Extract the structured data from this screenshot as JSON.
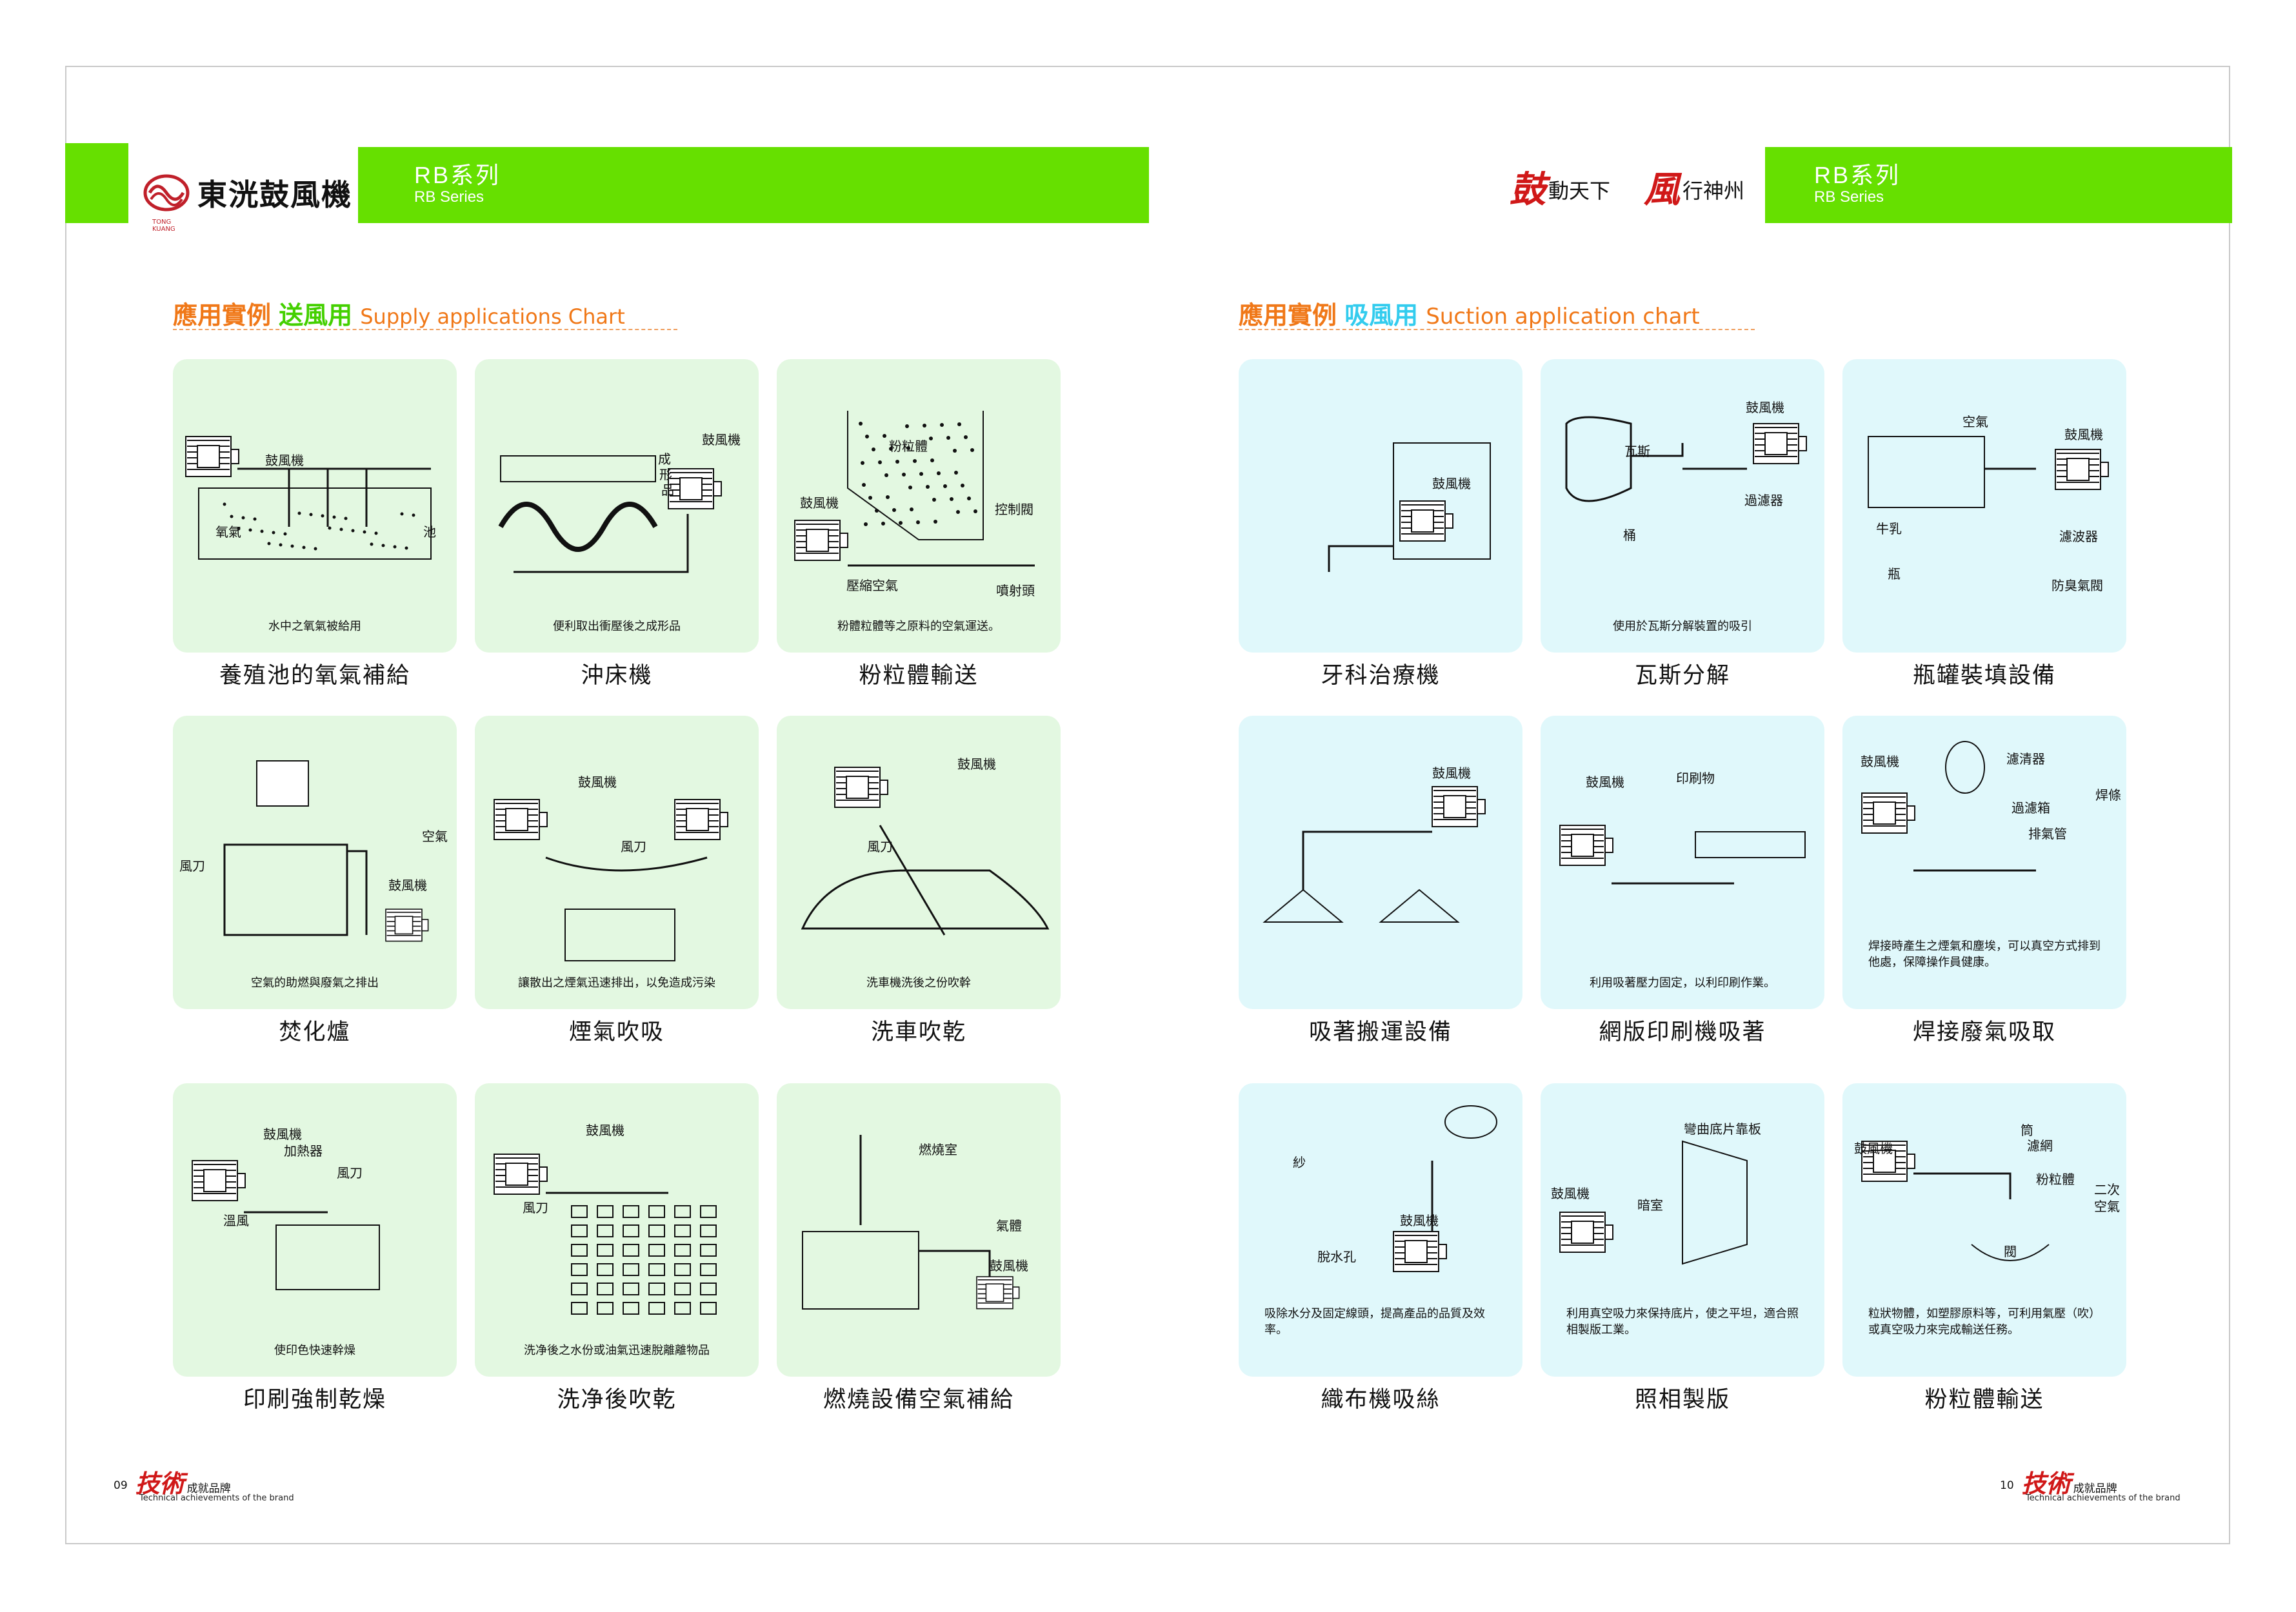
{
  "header": {
    "brand_name": "東洸鼓風機",
    "brand_sub": "TONG KUANG",
    "left_series_zh": "RB系列",
    "left_series_en": "RB Series",
    "motto1": "動天下",
    "motto1_sig": "鼓",
    "motto2": "行神州",
    "motto2_sig": "風",
    "right_series_zh": "RB系列",
    "right_series_en": "RB Series"
  },
  "supply": {
    "title_prefix": "應用實例",
    "title_mode": "送風用",
    "title_en": "Supply applications Chart",
    "cards": [
      {
        "caption": "養殖池的氧氣補給",
        "desc": "水中之氧氣被給用",
        "labels": [
          "鼓風機",
          "氧氣",
          "池"
        ]
      },
      {
        "caption": "沖床機",
        "desc": "便利取出衝壓後之成形品",
        "labels": [
          "鼓風機",
          "成",
          "形",
          "品"
        ]
      },
      {
        "caption": "粉粒體輸送",
        "desc": "粉體粒體等之原料的空氣運送。",
        "labels": [
          "粉粒體",
          "鼓風機",
          "控制閥",
          "壓縮空氣",
          "噴射頭"
        ]
      },
      {
        "caption": "焚化爐",
        "desc": "空氣的助燃與廢氣之排出",
        "labels": [
          "風刀",
          "空氣",
          "鼓風機"
        ]
      },
      {
        "caption": "煙氣吹吸",
        "desc": "讓散出之煙氣迅速排出，以免造成污染",
        "labels": [
          "鼓風機",
          "風刀"
        ]
      },
      {
        "caption": "洗車吹乾",
        "desc": "洗車機洗後之份吹幹",
        "labels": [
          "鼓風機",
          "風刀"
        ]
      },
      {
        "caption": "印刷強制乾燥",
        "desc": "使印色快速幹燥",
        "labels": [
          "鼓風機",
          "加熱器",
          "風刀",
          "溫風"
        ]
      },
      {
        "caption": "洗净後吹乾",
        "desc": "洗净後之水份或油氣迅速脫離離物品",
        "labels": [
          "鼓風機",
          "風刀"
        ]
      },
      {
        "caption": "燃燒設備空氣補給",
        "desc": "",
        "labels": [
          "燃燒室",
          "氣體",
          "鼓風機"
        ]
      }
    ]
  },
  "suction": {
    "title_prefix": "應用實例",
    "title_mode": "吸風用",
    "title_en": "Suction application chart",
    "cards": [
      {
        "caption": "牙科治療機",
        "desc": "",
        "labels": [
          "鼓風機"
        ]
      },
      {
        "caption": "瓦斯分解",
        "desc": "使用於瓦斯分解裝置的吸引",
        "labels": [
          "鼓風機",
          "瓦斯",
          "過濾器",
          "桶"
        ]
      },
      {
        "caption": "瓶罐裝填設備",
        "desc": "",
        "labels": [
          "空氣",
          "鼓風機",
          "牛乳",
          "瓶",
          "濾波器",
          "防臭氣閥"
        ]
      },
      {
        "caption": "吸著搬運設備",
        "desc": "",
        "labels": [
          "鼓風機"
        ]
      },
      {
        "caption": "網版印刷機吸著",
        "desc": "利用吸著壓力固定，以利印刷作業。",
        "labels": [
          "鼓風機",
          "印刷物"
        ]
      },
      {
        "caption": "焊接廢氣吸取",
        "desc": "焊接時產生之煙氣和塵埃，可以真空方式排到他處，保障操作員健康。",
        "labels": [
          "鼓風機",
          "濾清器",
          "焊條",
          "過濾箱",
          "排氣管"
        ]
      },
      {
        "caption": "織布機吸絲",
        "desc": "吸除水分及固定線頭，提高產品的品質及效率。",
        "labels": [
          "紗",
          "鼓風機",
          "脫水孔"
        ]
      },
      {
        "caption": "照相製版",
        "desc": "利用真空吸力來保持底片，使之平坦，適合照相製版工業。",
        "labels": [
          "彎曲底片靠板",
          "暗室",
          "鼓風機"
        ]
      },
      {
        "caption": "粉粒體輸送",
        "desc": "粒狀物體，如塑膠原料等，可利用氣壓（吹）或真空吸力來完成輸送任務。",
        "labels": [
          "鼓風機",
          "筒",
          "濾網",
          "粉粒體",
          "二次",
          "空氣",
          "閥"
        ]
      }
    ]
  },
  "footer": {
    "left_page": "09",
    "right_page": "10",
    "art": "技術",
    "zh": "成就品牌",
    "en": "Technical achievements of the brand"
  },
  "colors": {
    "green": "#66e000",
    "orange": "#f07818",
    "supply_mode": "#44d000",
    "suction_mode": "#33ccee",
    "supply_card": "#e3f8e1",
    "suction_card": "#e0f8fb"
  }
}
